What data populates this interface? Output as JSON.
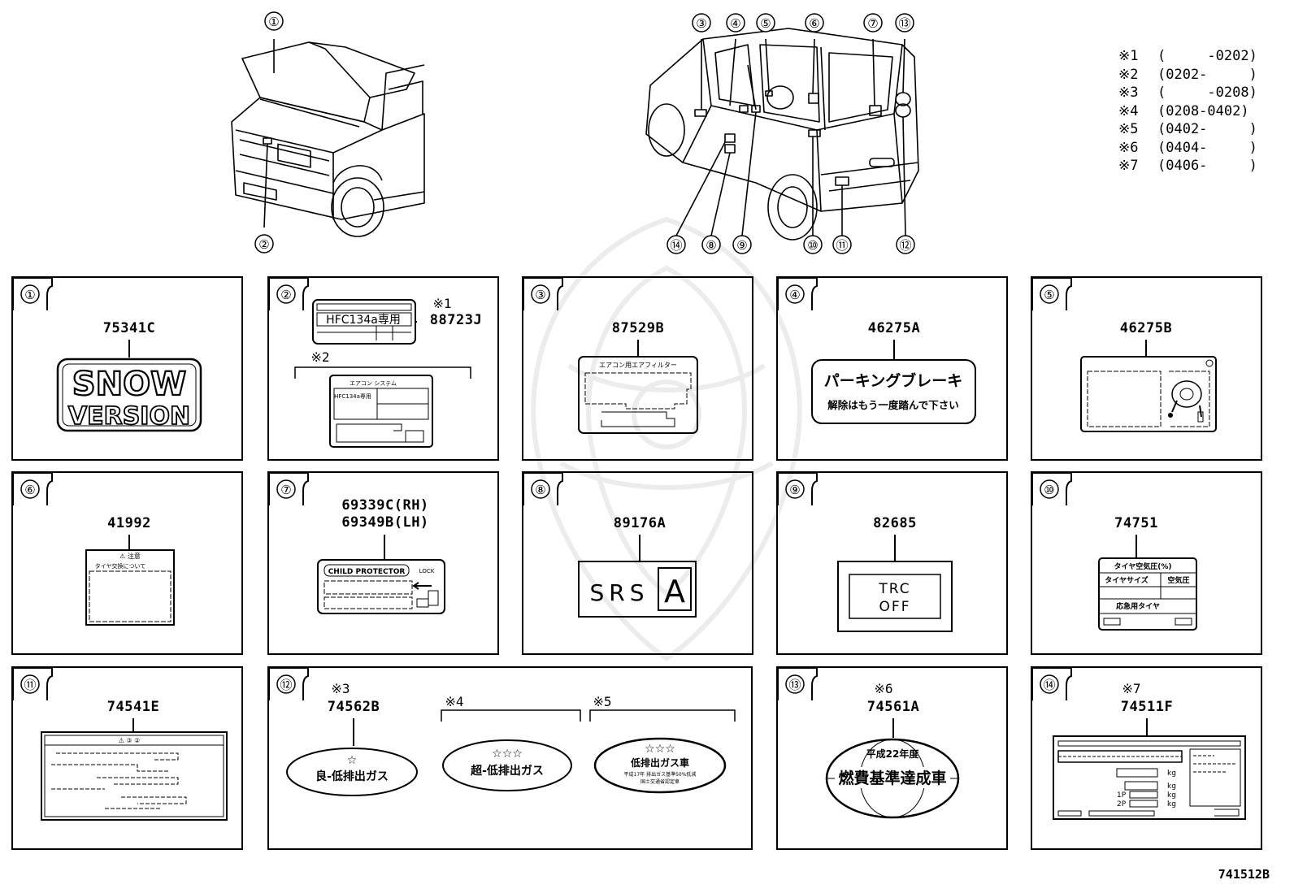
{
  "diagram": {
    "reference_code": "741512B",
    "callouts_left": [
      "①",
      "②"
    ],
    "callouts_right": [
      "③",
      "④",
      "⑤",
      "⑥",
      "⑦",
      "⑬",
      "⑭",
      "⑧",
      "⑨",
      "⑩",
      "⑪",
      "⑫"
    ],
    "date_notes": [
      {
        "key": "※1",
        "range": "(     -0202)"
      },
      {
        "key": "※2",
        "range": "(0202-     )"
      },
      {
        "key": "※3",
        "range": "(     -0208)"
      },
      {
        "key": "※4",
        "range": "(0208-0402)"
      },
      {
        "key": "※5",
        "range": "(0402-     )"
      },
      {
        "key": "※6",
        "range": "(0404-     )"
      },
      {
        "key": "※7",
        "range": "(0406-     )"
      }
    ],
    "panels": [
      {
        "no": "①",
        "part": "75341C",
        "label": {
          "line1": "SNOW",
          "line2": "VERSION"
        }
      },
      {
        "no": "②",
        "note1": "※1",
        "part": "88723J",
        "note2": "※2",
        "label": {
          "text": "HFC134a専用",
          "sub": "エアコン システム",
          "tag": "HFC134a専用"
        }
      },
      {
        "no": "③",
        "part": "87529B",
        "label": {
          "text": "エアコン用エアフィルター"
        }
      },
      {
        "no": "④",
        "part": "46275A",
        "label": {
          "line1": "パーキングブレーキ",
          "line2": "解除はもう一度踏んで下さい"
        }
      },
      {
        "no": "⑤",
        "part": "46275B"
      },
      {
        "no": "⑥",
        "part": "41992",
        "label": {
          "line1": "⚠ 注意",
          "line2": "タイヤ交換について"
        }
      },
      {
        "no": "⑦",
        "part_rh": "69339C(RH)",
        "part_lh": "69349B(LH)",
        "label": {
          "text": "CHILD PROTECTOR",
          "lock": "LOCK"
        }
      },
      {
        "no": "⑧",
        "part": "89176A",
        "label": {
          "text": "SRS",
          "box": "A"
        }
      },
      {
        "no": "⑨",
        "part": "82685",
        "label": {
          "line1": "TRC",
          "line2": "OFF"
        }
      },
      {
        "no": "⑩",
        "part": "74751",
        "label": {
          "row1": "タイヤ空気圧(%)",
          "row2a": "タイヤサイズ",
          "row2b": "空気圧",
          "row3": "応急用タイヤ"
        }
      },
      {
        "no": "⑪",
        "part": "74541E",
        "label": {
          "head": "⚠  ③  ②"
        }
      },
      {
        "no": "⑫",
        "note_a": "※3",
        "part": "74562B",
        "note_b": "※4",
        "note_c": "※5",
        "label_a": {
          "stars": "☆",
          "text": "良-低排出ガス"
        },
        "label_b": {
          "stars": "☆☆☆",
          "text": "超-低排出ガス"
        },
        "label_c": {
          "stars": "☆☆☆",
          "text": "低排出ガス車",
          "small1": "平成17年 排出ガス基準50%低減",
          "small2": "国土交通省認定車"
        }
      },
      {
        "no": "⑬",
        "note": "※6",
        "part": "74561A",
        "label": {
          "line1": "平成22年度",
          "line2": "燃費基準達成車"
        }
      },
      {
        "no": "⑭",
        "note": "※7",
        "part": "74511F",
        "label": {
          "kg": "kg",
          "p1": "1P",
          "p2": "2P"
        }
      }
    ]
  }
}
